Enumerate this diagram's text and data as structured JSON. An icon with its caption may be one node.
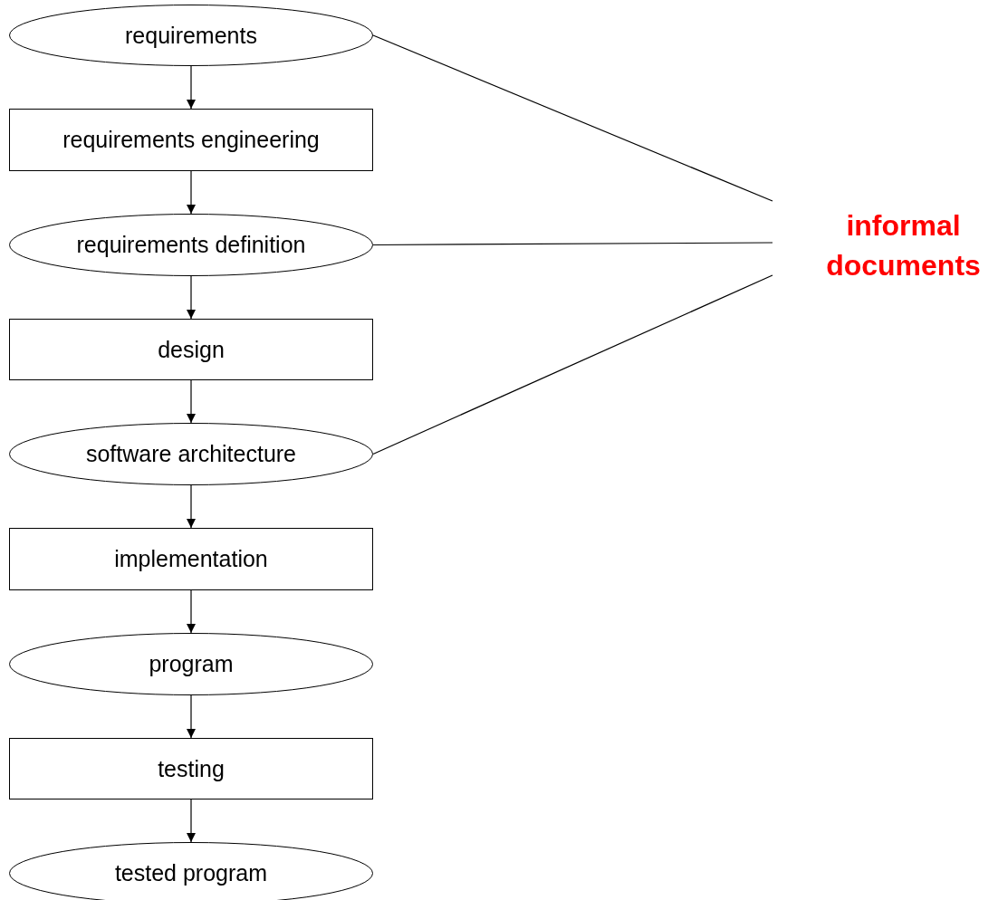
{
  "diagram": {
    "nodes": [
      {
        "text": [
          "requirements"
        ]
      },
      {
        "text": [
          "requirements engineering"
        ]
      },
      {
        "text": [
          "requirements definition"
        ]
      },
      {
        "text": [
          "design"
        ]
      },
      {
        "text": [
          "software architecture"
        ]
      },
      {
        "text": [
          "implementation"
        ]
      },
      {
        "text": [
          "program"
        ]
      },
      {
        "text": [
          "testing"
        ]
      },
      {
        "text": [
          "tested program"
        ]
      },
      {
        "text": [
          "informal documents"
        ]
      }
    ],
    "edges": [
      {
        "from": 0,
        "to": 1,
        "arrow": "to"
      },
      {
        "from": 1,
        "to": 2,
        "arrow": "to"
      },
      {
        "from": 2,
        "to": 3,
        "arrow": "to"
      },
      {
        "from": 3,
        "to": 4,
        "arrow": "to"
      },
      {
        "from": 4,
        "to": 5,
        "arrow": "to"
      },
      {
        "from": 5,
        "to": 6,
        "arrow": "to"
      },
      {
        "from": 6,
        "to": 7,
        "arrow": "to"
      },
      {
        "from": 7,
        "to": 8,
        "arrow": "to"
      },
      {
        "from": 9,
        "to": 0,
        "arrow": "none"
      },
      {
        "from": 9,
        "to": 2,
        "arrow": "none"
      },
      {
        "from": 9,
        "to": 4,
        "arrow": "none"
      }
    ]
  }
}
